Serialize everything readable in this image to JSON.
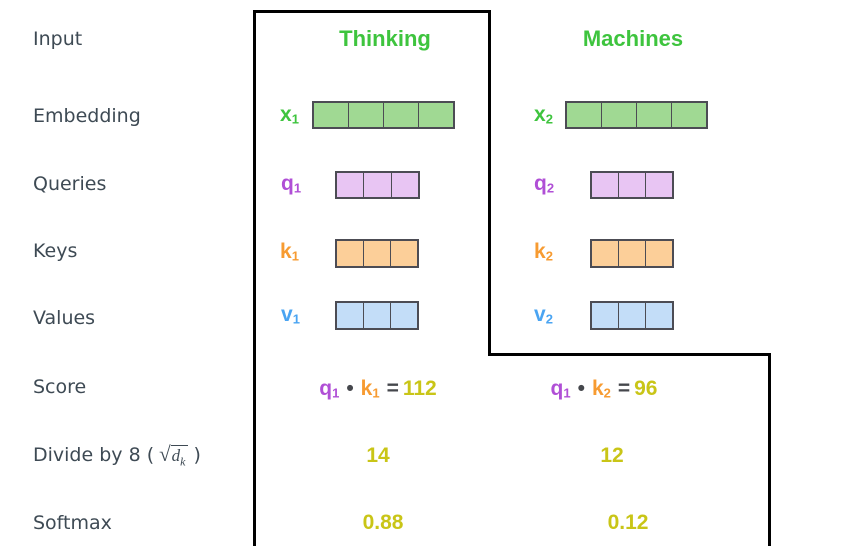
{
  "rows": {
    "input": "Input",
    "embedding": "Embedding",
    "queries": "Queries",
    "keys": "Keys",
    "values": "Values",
    "score": "Score",
    "divide_prefix": "Divide by 8 (",
    "divide_radical": "√",
    "divide_arg_base": "d",
    "divide_arg_sub": "k",
    "divide_suffix": ")",
    "softmax": "Softmax"
  },
  "columns": {
    "thinking": {
      "header": "Thinking",
      "embedding_label": {
        "base": "x",
        "sub": "1"
      },
      "query_label": {
        "base": "q",
        "sub": "1"
      },
      "key_label": {
        "base": "k",
        "sub": "1"
      },
      "value_label": {
        "base": "v",
        "sub": "1"
      },
      "embedding_cells": 4,
      "qkv_cells": 3,
      "score": {
        "q_base": "q",
        "q_sub": "1",
        "dot": "•",
        "k_base": "k",
        "k_sub": "1",
        "equals": "=",
        "value": "112"
      },
      "divide_value": "14",
      "softmax_value": "0.88"
    },
    "machines": {
      "header": "Machines",
      "embedding_label": {
        "base": "x",
        "sub": "2"
      },
      "query_label": {
        "base": "q",
        "sub": "2"
      },
      "key_label": {
        "base": "k",
        "sub": "2"
      },
      "value_label": {
        "base": "v",
        "sub": "2"
      },
      "embedding_cells": 4,
      "qkv_cells": 3,
      "score": {
        "q_base": "q",
        "q_sub": "1",
        "dot": "•",
        "k_base": "k",
        "k_sub": "2",
        "equals": "=",
        "value": "96"
      },
      "divide_value": "12",
      "softmax_value": "0.12"
    }
  },
  "colors": {
    "label_text": "#3e4a54",
    "green_text": "#3ec43e",
    "green_fill": "#a0d993",
    "purple_text": "#b04fd6",
    "purple_fill": "#e8c5f3",
    "orange_text": "#f79b31",
    "orange_fill": "#fccf99",
    "blue_text": "#4aa4f2",
    "blue_fill": "#c3ddf8",
    "yellow_text": "#c9c517",
    "operator_text": "#45474c",
    "cell_border": "#4c4c54",
    "outline": "#000000"
  }
}
